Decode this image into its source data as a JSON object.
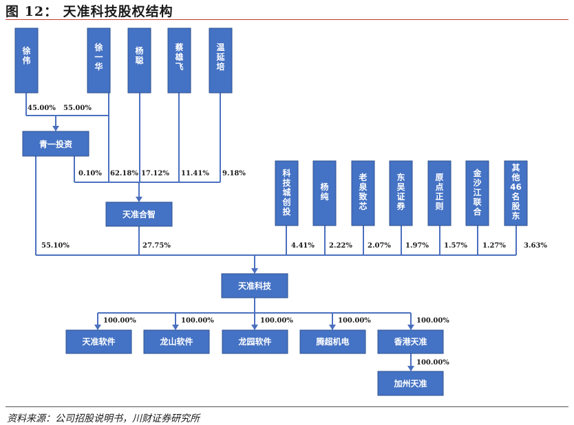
{
  "header": {
    "title": "图 12：  天准科技股权结构"
  },
  "source": "资料来源：公司招股说明书，川财证券研究所",
  "diagram": {
    "persons": [
      {
        "id": "xuwei",
        "label": "徐伟"
      },
      {
        "id": "xuyihua",
        "label": "徐一华"
      },
      {
        "id": "yangcong",
        "label": "杨聪"
      },
      {
        "id": "caixiongfei",
        "label": "蔡雄飞"
      },
      {
        "id": "wenyanpei",
        "label": "温延培"
      }
    ],
    "qingyi": {
      "label": "青一投资",
      "pct_xuwei": "45.00%",
      "pct_xuyihua": "55.00%"
    },
    "hezhi": {
      "label": "天准合智",
      "pcts": [
        "0.10%",
        "62.18%",
        "17.12%",
        "11.41%",
        "9.18%"
      ]
    },
    "shareholders": [
      {
        "label": "科技城创投",
        "pct": "4.41%"
      },
      {
        "label": "杨纯",
        "pct": "2.22%"
      },
      {
        "label": "老泉致芯",
        "pct": "2.07%"
      },
      {
        "label": "东吴证券",
        "pct": "1.97%"
      },
      {
        "label": "原点正则",
        "pct": "1.57%"
      },
      {
        "label": "金沙江联合",
        "pct": "1.27%"
      },
      {
        "label": "其他46名股东",
        "pct": "3.63%"
      }
    ],
    "qingyi_to_company": "55.10%",
    "hezhi_to_company": "27.75%",
    "company": {
      "label": "天准科技"
    },
    "subsidiaries": [
      {
        "label": "天准软件",
        "pct": "100.00%"
      },
      {
        "label": "龙山软件",
        "pct": "100.00%"
      },
      {
        "label": "龙园软件",
        "pct": "100.00%"
      },
      {
        "label": "腾超机电",
        "pct": "100.00%"
      },
      {
        "label": "香港天准",
        "pct": "100.00%"
      }
    ],
    "california": {
      "label": "加州天准",
      "pct": "100.00%"
    }
  }
}
